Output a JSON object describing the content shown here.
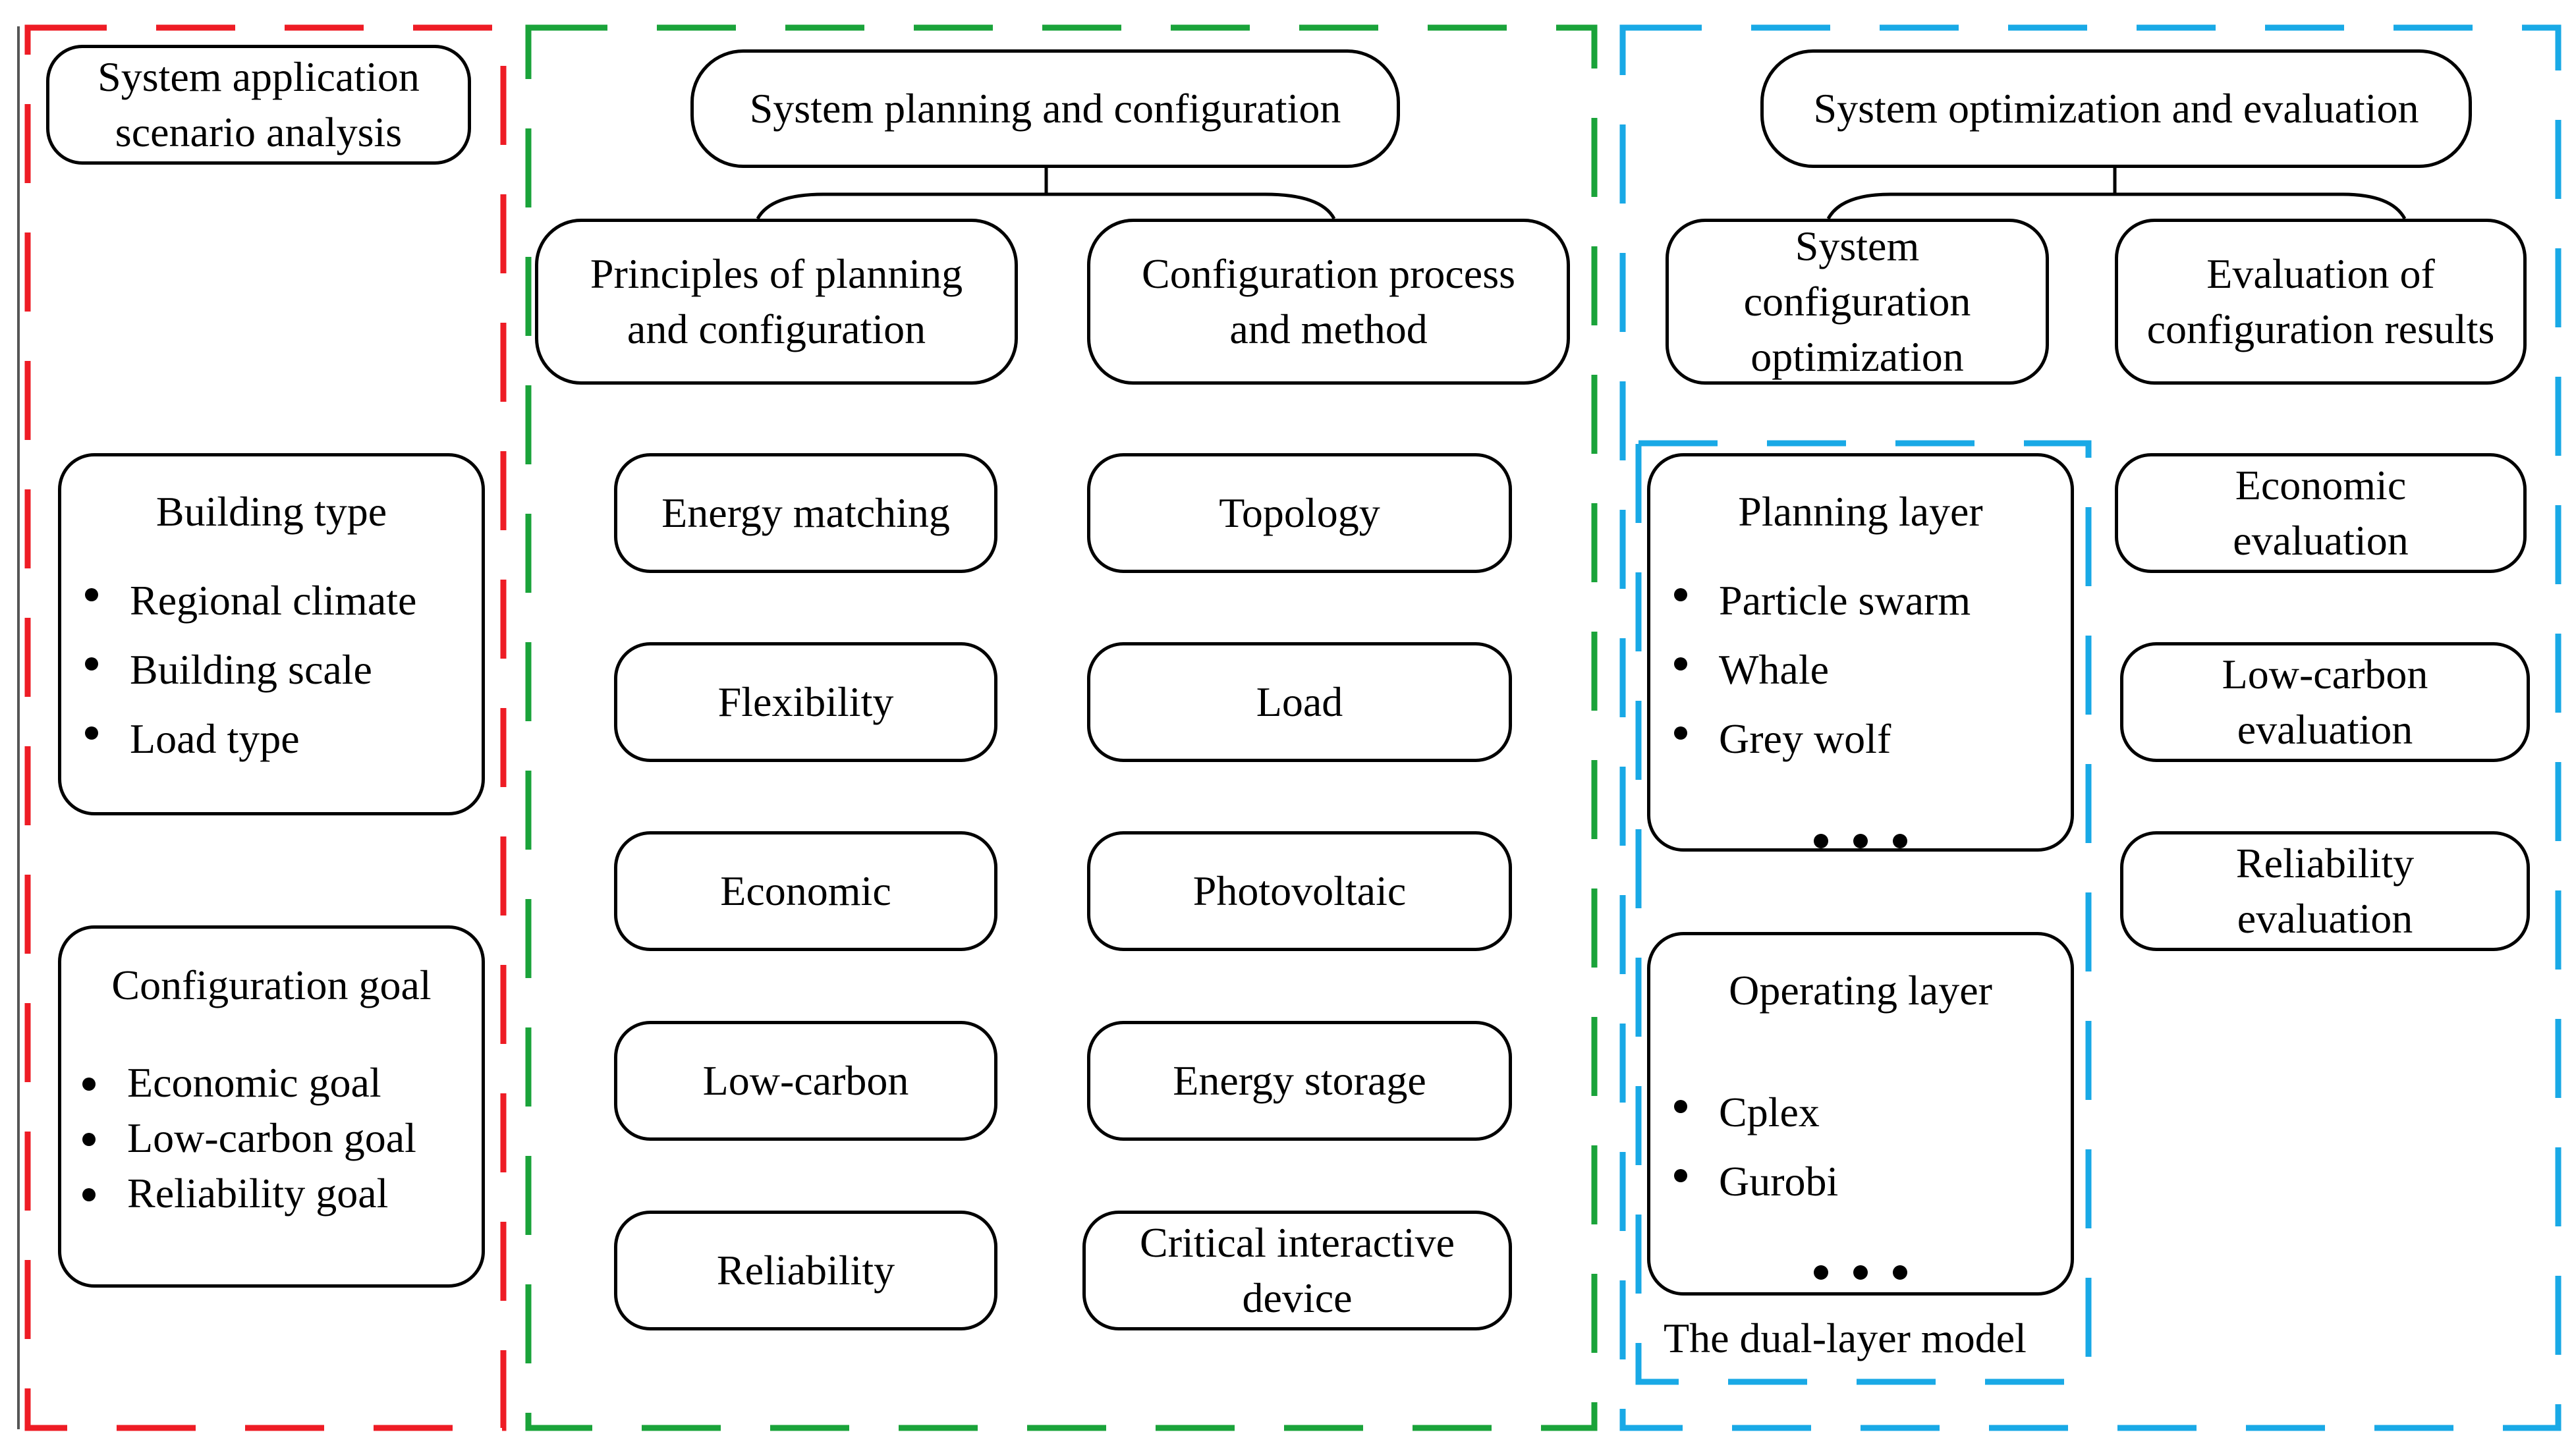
{
  "colors": {
    "section1_border": "#ee1c25",
    "section2_border": "#1aa33a",
    "section3_border": "#19a9e6",
    "box_border": "#000000"
  },
  "section1": {
    "title_lines": [
      "System application",
      "scenario analysis"
    ],
    "building_type": {
      "title": "Building type",
      "items": [
        "Regional climate",
        "Building scale",
        "Load type"
      ]
    },
    "configuration_goal": {
      "title": "Configuration goal",
      "items": [
        "Economic goal",
        "Low-carbon goal",
        "Reliability goal"
      ]
    }
  },
  "section2": {
    "title": "System planning and configuration",
    "principles": {
      "title_lines": [
        "Principles of planning",
        "and configuration"
      ],
      "items": [
        "Energy matching",
        "Flexibility",
        "Economic",
        "Low-carbon",
        "Reliability"
      ]
    },
    "process": {
      "title_lines": [
        "Configuration process",
        "and method"
      ],
      "items": [
        "Topology",
        "Load",
        "Photovoltaic",
        "Energy storage"
      ],
      "last_item_lines": [
        "Critical interactive",
        "device"
      ]
    }
  },
  "section3": {
    "title": "System optimization and evaluation",
    "optimization": {
      "title_lines": [
        "System",
        "configuration",
        "optimization"
      ]
    },
    "evaluation": {
      "title_lines": [
        "Evaluation of",
        "configuration results"
      ],
      "items": [
        {
          "lines": [
            "Economic",
            "evaluation"
          ]
        },
        {
          "lines": [
            "Low-carbon",
            "evaluation"
          ]
        },
        {
          "lines": [
            "Reliability",
            "evaluation"
          ]
        }
      ]
    },
    "dual_layer": {
      "caption": "The dual-layer model",
      "planning_layer": {
        "title": "Planning layer",
        "items": [
          "Particle swarm",
          "Whale",
          "Grey wolf"
        ]
      },
      "operating_layer": {
        "title": "Operating layer",
        "items": [
          "Cplex",
          "Gurobi"
        ]
      }
    }
  }
}
